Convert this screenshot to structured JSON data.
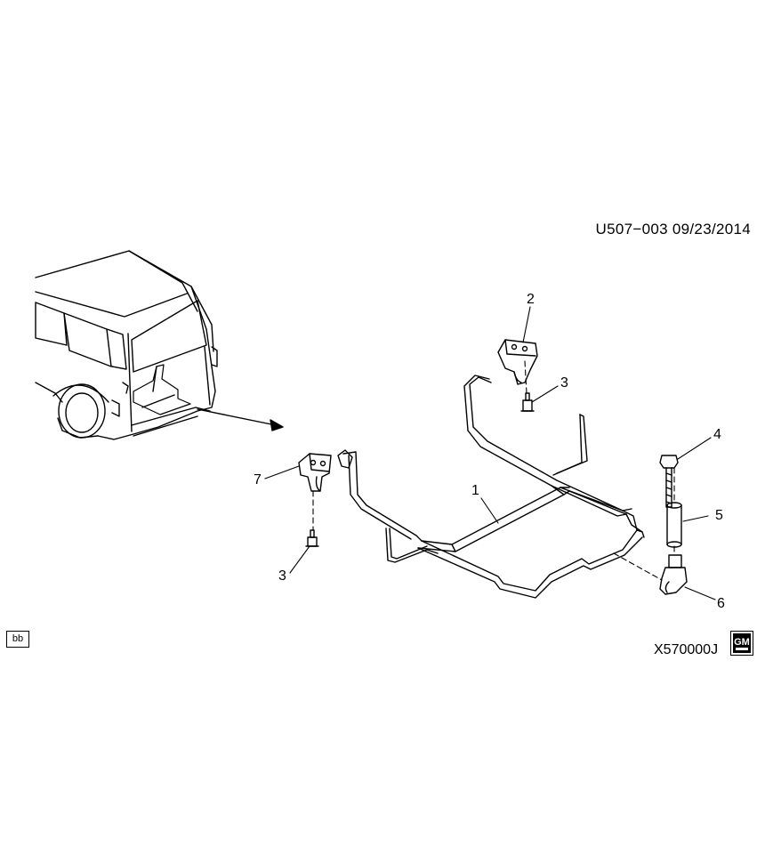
{
  "header": {
    "code": "U507−003  09/23/2014"
  },
  "callouts": {
    "c1": "1",
    "c2": "2",
    "c3a": "3",
    "c3b": "3",
    "c4": "4",
    "c5": "5",
    "c6": "6",
    "c7": "7"
  },
  "footer": {
    "tag": "bb",
    "figure_id": "X570000J",
    "logo_text": "GM"
  },
  "icons": {
    "logo": "gm-logo-icon",
    "vehicle": "van-rear-illustration"
  }
}
